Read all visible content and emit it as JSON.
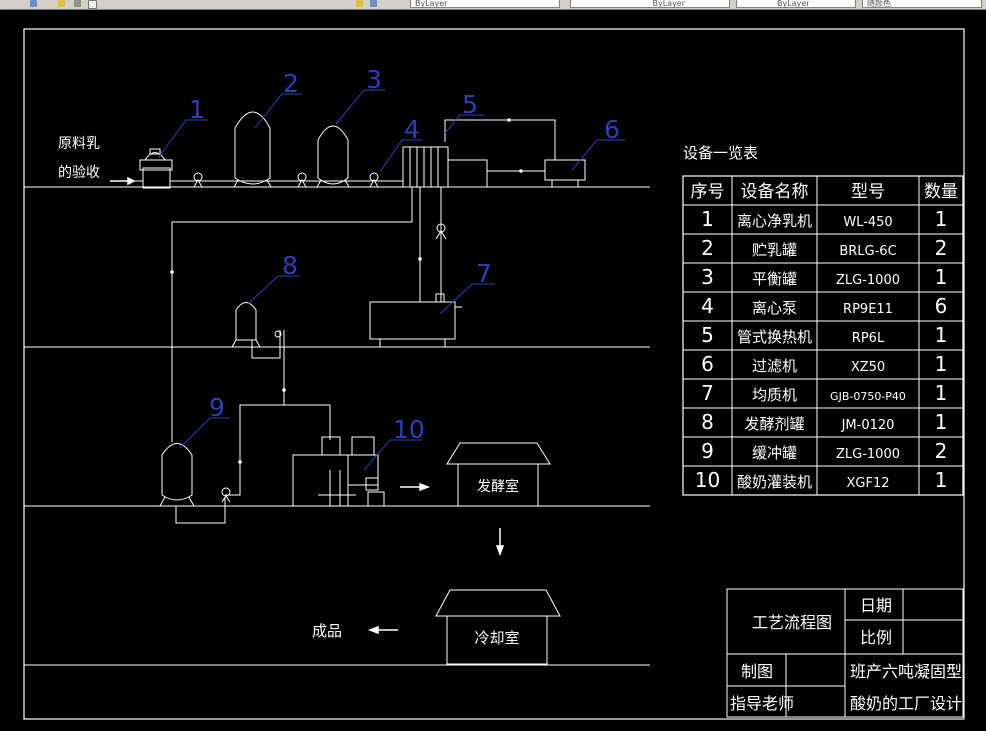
{
  "toolbar": {
    "layer_value": "ByLayer",
    "linetype_value": "ByLayer",
    "lineweight_value": "ByLayer",
    "plotstyle_value": "随颜色"
  },
  "diagram": {
    "raw_milk_label_line1": "原料乳",
    "raw_milk_label_line2": "的验收",
    "rooms": {
      "fermentation": "发酵室",
      "cooling": "冷却室"
    },
    "product_label": "成品",
    "callouts": [
      "1",
      "2",
      "3",
      "4",
      "5",
      "6",
      "7",
      "8",
      "9",
      "10"
    ]
  },
  "equipment_table": {
    "title": "设备一览表",
    "headers": [
      "序号",
      "设备名称",
      "型号",
      "数量"
    ],
    "rows": [
      {
        "no": "1",
        "name": "离心净乳机",
        "model": "WL-450",
        "qty": "1"
      },
      {
        "no": "2",
        "name": "贮乳罐",
        "model": "BRLG-6C",
        "qty": "2"
      },
      {
        "no": "3",
        "name": "平衡罐",
        "model": "ZLG-1000",
        "qty": "1"
      },
      {
        "no": "4",
        "name": "离心泵",
        "model": "RP9E11",
        "qty": "6"
      },
      {
        "no": "5",
        "name": "管式换热机",
        "model": "RP6L",
        "qty": "1"
      },
      {
        "no": "6",
        "name": "过滤机",
        "model": "XZ50",
        "qty": "1"
      },
      {
        "no": "7",
        "name": "均质机",
        "model": "GJB-0750-P40",
        "qty": "1"
      },
      {
        "no": "8",
        "name": "发酵剂罐",
        "model": "JM-0120",
        "qty": "1"
      },
      {
        "no": "9",
        "name": "缓冲罐",
        "model": "ZLG-1000",
        "qty": "2"
      },
      {
        "no": "10",
        "name": "酸奶灌装机",
        "model": "XGF12",
        "qty": "1"
      }
    ]
  },
  "title_block": {
    "drawing_name": "工艺流程图",
    "date_label": "日期",
    "scale_label": "比例",
    "drawn_label": "制图",
    "advisor_label": "指导老师",
    "project_line1": "班产六吨凝固型",
    "project_line2": "酸奶的工厂设计"
  }
}
